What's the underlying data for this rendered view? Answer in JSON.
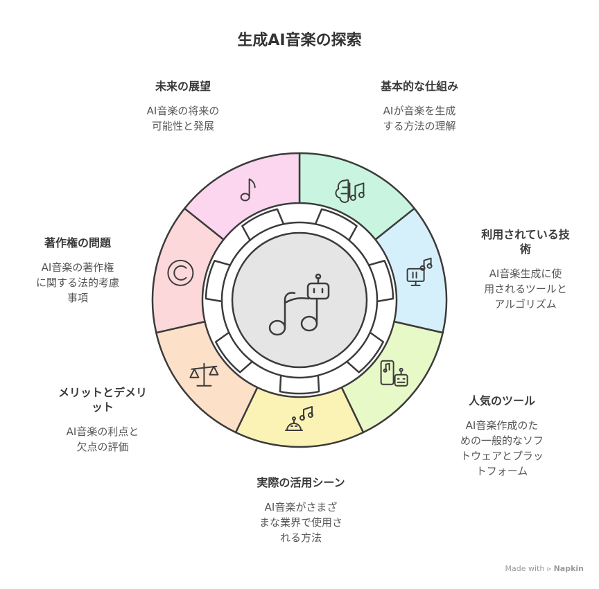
{
  "title": "生成AI音楽の探索",
  "segments": [
    {
      "title": "基本的な仕組み",
      "desc": "AIが音楽を生成する方法の理解",
      "color": "#c9f5e0",
      "icon": "brain-music-icon"
    },
    {
      "title": "利用されている技術",
      "desc": "AI音楽生成に使用されるツールとアルゴリズム",
      "color": "#d6f0fb",
      "icon": "monitor-music-icon"
    },
    {
      "title": "人気のツール",
      "desc": "AI音楽作成のための一般的なソフトウェアとプラットフォーム",
      "color": "#e8f9c8",
      "icon": "phone-robot-icon"
    },
    {
      "title": "実際の活用シーン",
      "desc": "AI音楽がさまざまな業界で使用される方法",
      "color": "#fbf3b5",
      "icon": "robot-notes-icon"
    },
    {
      "title": "メリットとデメリット",
      "desc": "AI音楽の利点と欠点の評価",
      "color": "#fde0c8",
      "icon": "scales-icon"
    },
    {
      "title": "著作権の問題",
      "desc": "AI音楽の著作権に関する法的考慮事項",
      "color": "#fcd8da",
      "icon": "copyright-icon"
    },
    {
      "title": "未来の展望",
      "desc": "AI音楽の将来の可能性と発展",
      "color": "#fbd6ee",
      "icon": "music-note-icon"
    }
  ],
  "labels": {
    "mechanism": {
      "title_lines": [
        "基本的な仕組み"
      ],
      "desc_lines": [
        "AIが音楽を生成",
        "する方法の理解"
      ]
    },
    "technology": {
      "title_lines": [
        "利用されている技",
        "術"
      ],
      "desc_lines": [
        "AI音楽生成に使",
        "用されるツールと",
        "アルゴリズム"
      ]
    },
    "tools": {
      "title_lines": [
        "人気のツール"
      ],
      "desc_lines": [
        "AI音楽作成のた",
        "めの一般的なソフ",
        "トウェアとプラッ",
        "トフォーム"
      ]
    },
    "usecases": {
      "title_lines": [
        "実際の活用シーン"
      ],
      "desc_lines": [
        "AI音楽がさまざ",
        "まな業界で使用さ",
        "れる方法"
      ]
    },
    "proscons": {
      "title_lines": [
        "メリットとデメリ",
        "ット"
      ],
      "desc_lines": [
        "AI音楽の利点と",
        "欠点の評価"
      ]
    },
    "copyright": {
      "title_lines": [
        "著作権の問題"
      ],
      "desc_lines": [
        "AI音楽の著作権",
        "に関する法的考慮",
        "事項"
      ]
    },
    "future": {
      "title_lines": [
        "未来の展望"
      ],
      "desc_lines": [
        "AI音楽の将来の",
        "可能性と発展"
      ]
    }
  },
  "center_icon": "robot-music-icon",
  "footer": {
    "made_with": "Made with",
    "brand": "Napkin"
  }
}
